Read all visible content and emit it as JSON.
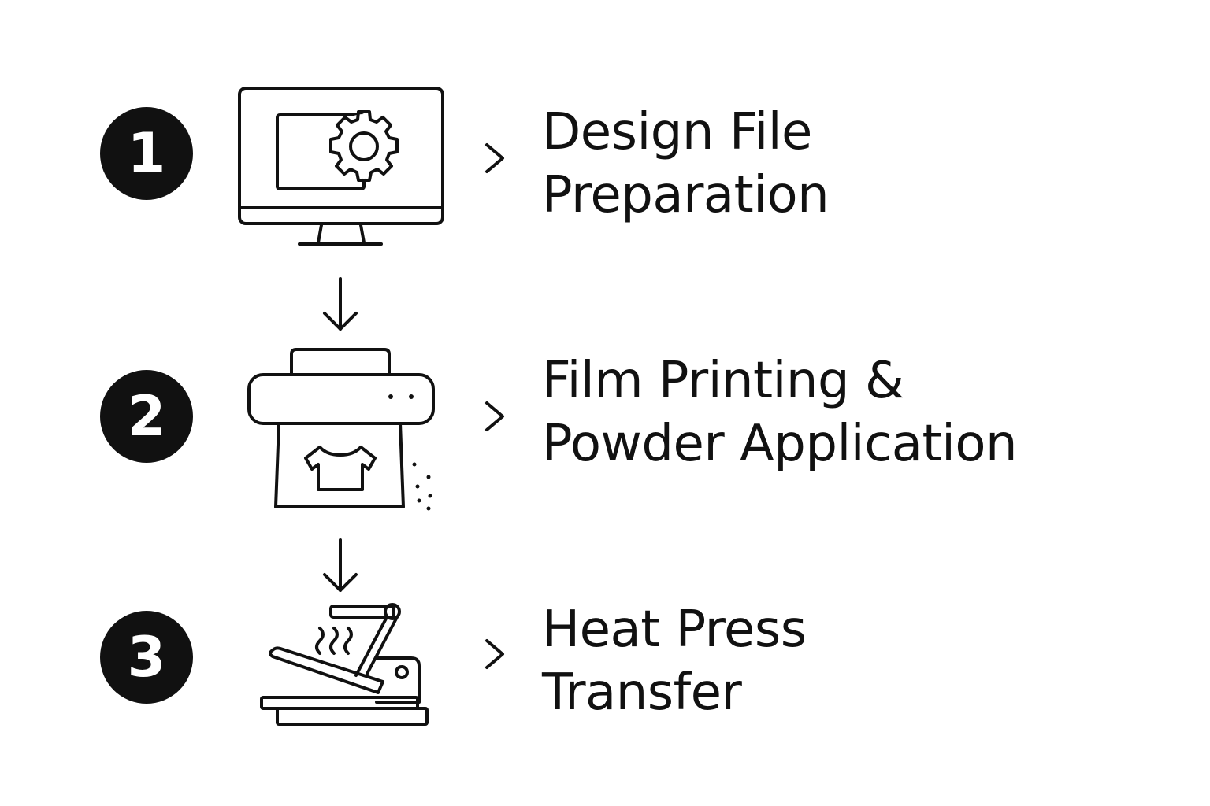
{
  "steps": [
    {
      "number": "1",
      "icon": "monitor-gear-icon",
      "title_line1": "Design File",
      "title_line2": "Preparation"
    },
    {
      "number": "2",
      "icon": "printer-tshirt-icon",
      "title_line1": "Film Printing &",
      "title_line2": "Powder Application"
    },
    {
      "number": "3",
      "icon": "heat-press-icon",
      "title_line1": "Heat Press",
      "title_line2": "Transfer"
    }
  ],
  "connector_icon": "arrow-down-icon",
  "pointer_icon": "chevron-right-icon",
  "colors": {
    "ink": "#111111",
    "background": "#ffffff"
  }
}
